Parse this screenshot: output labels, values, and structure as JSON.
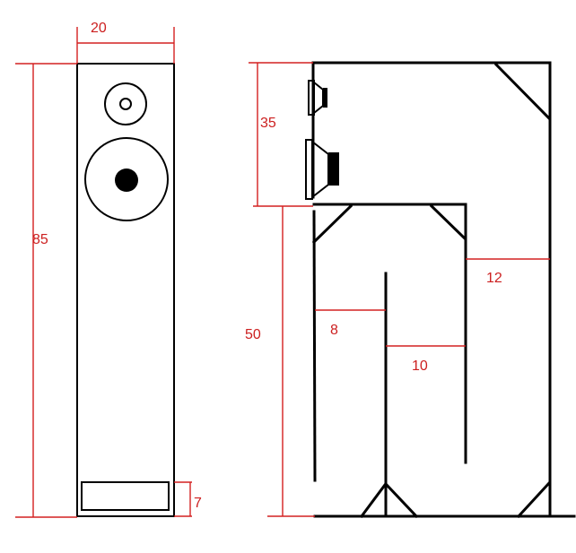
{
  "colors": {
    "outline": "#000000",
    "dimension": "#d42020"
  },
  "front_view": {
    "dims": {
      "width": "20",
      "height": "85",
      "port_height": "7"
    }
  },
  "side_view": {
    "dims": {
      "upper_section": "35",
      "lower_section": "50",
      "gap_left": "8",
      "gap_middle": "10",
      "gap_right": "12"
    }
  }
}
